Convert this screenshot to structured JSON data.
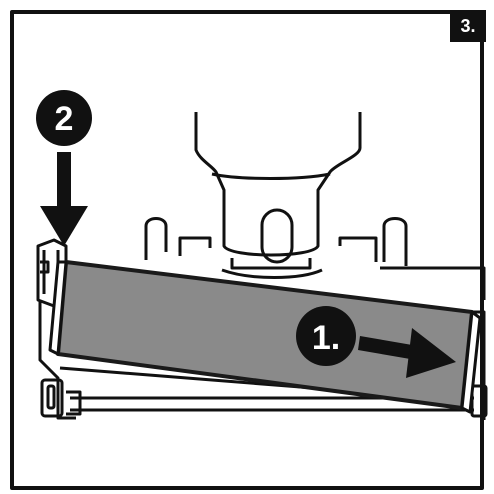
{
  "step_number": "3.",
  "callouts": {
    "press_down": "2",
    "slide_right": "1."
  },
  "colors": {
    "ink": "#111111",
    "roller": "#8a8a8a",
    "roller_edge": "#1a1a1a",
    "background": "#ffffff"
  }
}
